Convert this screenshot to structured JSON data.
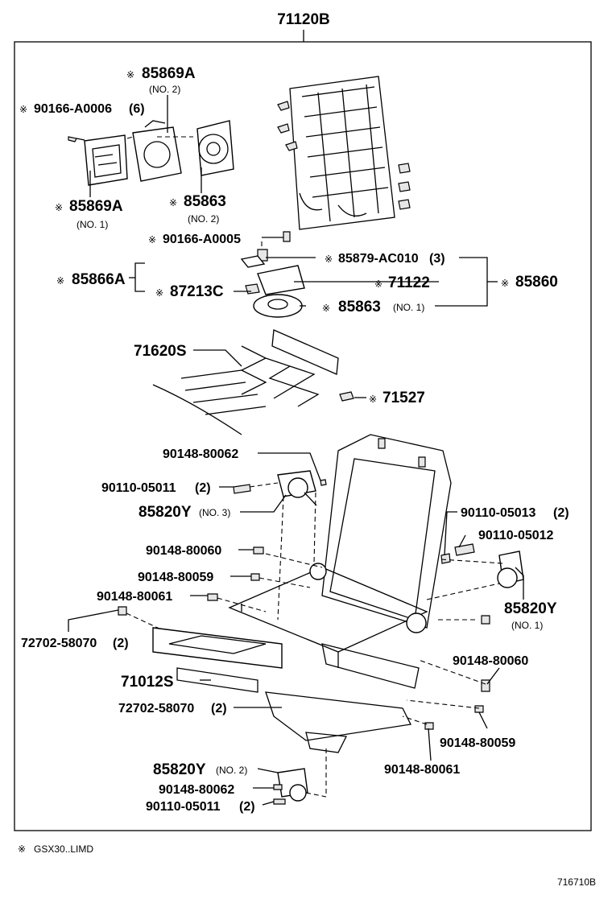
{
  "assembly": {
    "code": "71120B"
  },
  "footnote": {
    "mark": "※",
    "text": "GSX30..LIMD"
  },
  "ref_code": "716710B",
  "labels": {
    "l85869a_no2": {
      "mark": "※",
      "code": "85869A",
      "note": "(NO. 2)"
    },
    "l90166_a0006": {
      "mark": "※",
      "code": "90166-A0006",
      "qty": "(6)"
    },
    "l85869a_no1": {
      "mark": "※",
      "code": "85869A",
      "note": "(NO. 1)"
    },
    "l85863_no2": {
      "mark": "※",
      "code": "85863",
      "note": "(NO. 2)"
    },
    "l90166_a0005": {
      "mark": "※",
      "code": "90166-A0005"
    },
    "l85879": {
      "mark": "※",
      "code": "85879-AC010",
      "qty": "(3)"
    },
    "l85866a": {
      "mark": "※",
      "code": "85866A"
    },
    "l71122": {
      "mark": "※",
      "code": "71122"
    },
    "l85860": {
      "mark": "※",
      "code": "85860"
    },
    "l87213c": {
      "mark": "※",
      "code": "87213C"
    },
    "l85863_no1": {
      "mark": "※",
      "code": "85863",
      "note": "(NO. 1)"
    },
    "l71620s": {
      "code": "71620S"
    },
    "l71527": {
      "mark": "※",
      "code": "71527"
    },
    "l90148_80062_a": {
      "code": "90148-80062"
    },
    "l90110_05011_a": {
      "code": "90110-05011",
      "qty": "(2)"
    },
    "l85820y_no3": {
      "code": "85820Y",
      "note": "(NO. 3)"
    },
    "l90110_05013": {
      "code": "90110-05013",
      "qty": "(2)"
    },
    "l90110_05012": {
      "code": "90110-05012"
    },
    "l90148_80060_a": {
      "code": "90148-80060"
    },
    "l90148_80059_a": {
      "code": "90148-80059"
    },
    "l90148_80061_a": {
      "code": "90148-80061"
    },
    "l85820y_no1": {
      "code": "85820Y",
      "note": "(NO. 1)"
    },
    "l72702_a": {
      "code": "72702-58070",
      "qty": "(2)"
    },
    "l90148_80060_b": {
      "code": "90148-80060"
    },
    "l71012s": {
      "code": "71012S"
    },
    "l72702_b": {
      "code": "72702-58070",
      "qty": "(2)"
    },
    "l90148_80059_b": {
      "code": "90148-80059"
    },
    "l90148_80061_b": {
      "code": "90148-80061"
    },
    "l85820y_no2": {
      "code": "85820Y",
      "note": "(NO. 2)"
    },
    "l90148_80062_b": {
      "code": "90148-80062"
    },
    "l90110_05011_b": {
      "code": "90110-05011",
      "qty": "(2)"
    }
  }
}
